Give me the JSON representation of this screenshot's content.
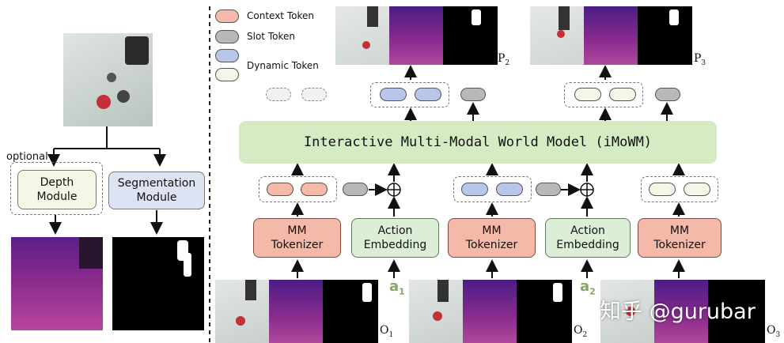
{
  "legend": {
    "items": [
      {
        "label": "Context Token"
      },
      {
        "label": "Slot Token"
      },
      {
        "label": "Dynamic Token"
      }
    ]
  },
  "left": {
    "optional_label": "optional",
    "depth_module": "Depth\nModule",
    "segmentation_module": "Segmentation\nModule"
  },
  "world_model": {
    "title": "Interactive Multi-Modal  World  Model (iMoWM)"
  },
  "modules": {
    "mm_tokenizer": "MM\nTokenizer",
    "action_embedding": "Action\nEmbedding"
  },
  "frames": {
    "o": [
      "O",
      "O",
      "O"
    ],
    "o_sub": [
      "1",
      "2",
      "3"
    ],
    "p": [
      "P",
      "P"
    ],
    "p_sub": [
      "2",
      "3"
    ]
  },
  "actions": {
    "a": [
      "a",
      "a"
    ],
    "a_sub": [
      "1",
      "2"
    ]
  },
  "watermark": "知乎 @gurubar",
  "colors": {
    "context": "#f4b9a8",
    "slot": "#b8b8b8",
    "dynamic": "#b9c6ea",
    "world_model_bg": "#d4ebc4",
    "depth_module_bg": "#f5f6e6",
    "seg_module_bg": "#dde3f3"
  }
}
